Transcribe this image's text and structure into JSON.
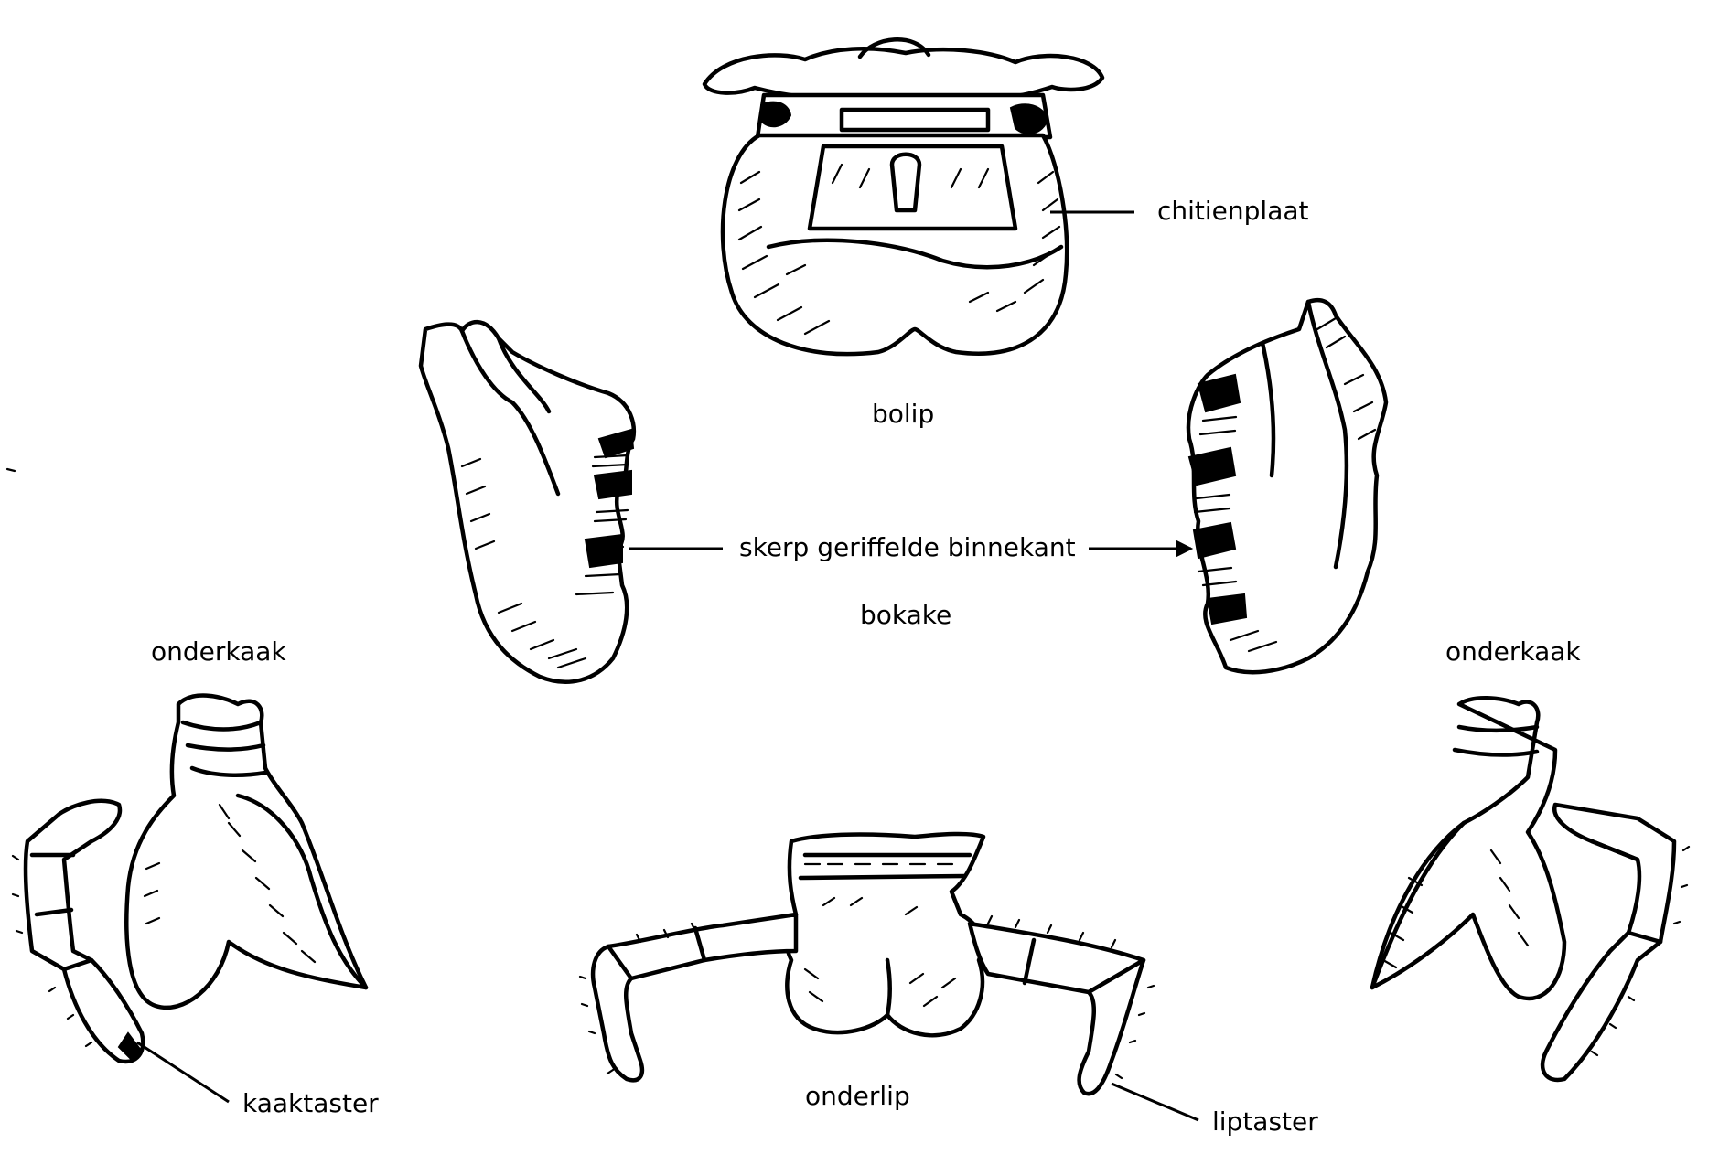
{
  "labels": {
    "bolip": "bolip",
    "chitienplaat": "chitienplaat",
    "skerp_gerffelde_binnekant": "skerp geriffelde binnekant",
    "bokake": "bokake",
    "onderkaak_left": "onderkaak",
    "onderkaak_right": "onderkaak",
    "kaaktaster": "kaaktaster",
    "onderlip": "onderlip",
    "liptaster": "liptaster"
  },
  "colors": {
    "ink": "#000000",
    "background": "#ffffff"
  }
}
